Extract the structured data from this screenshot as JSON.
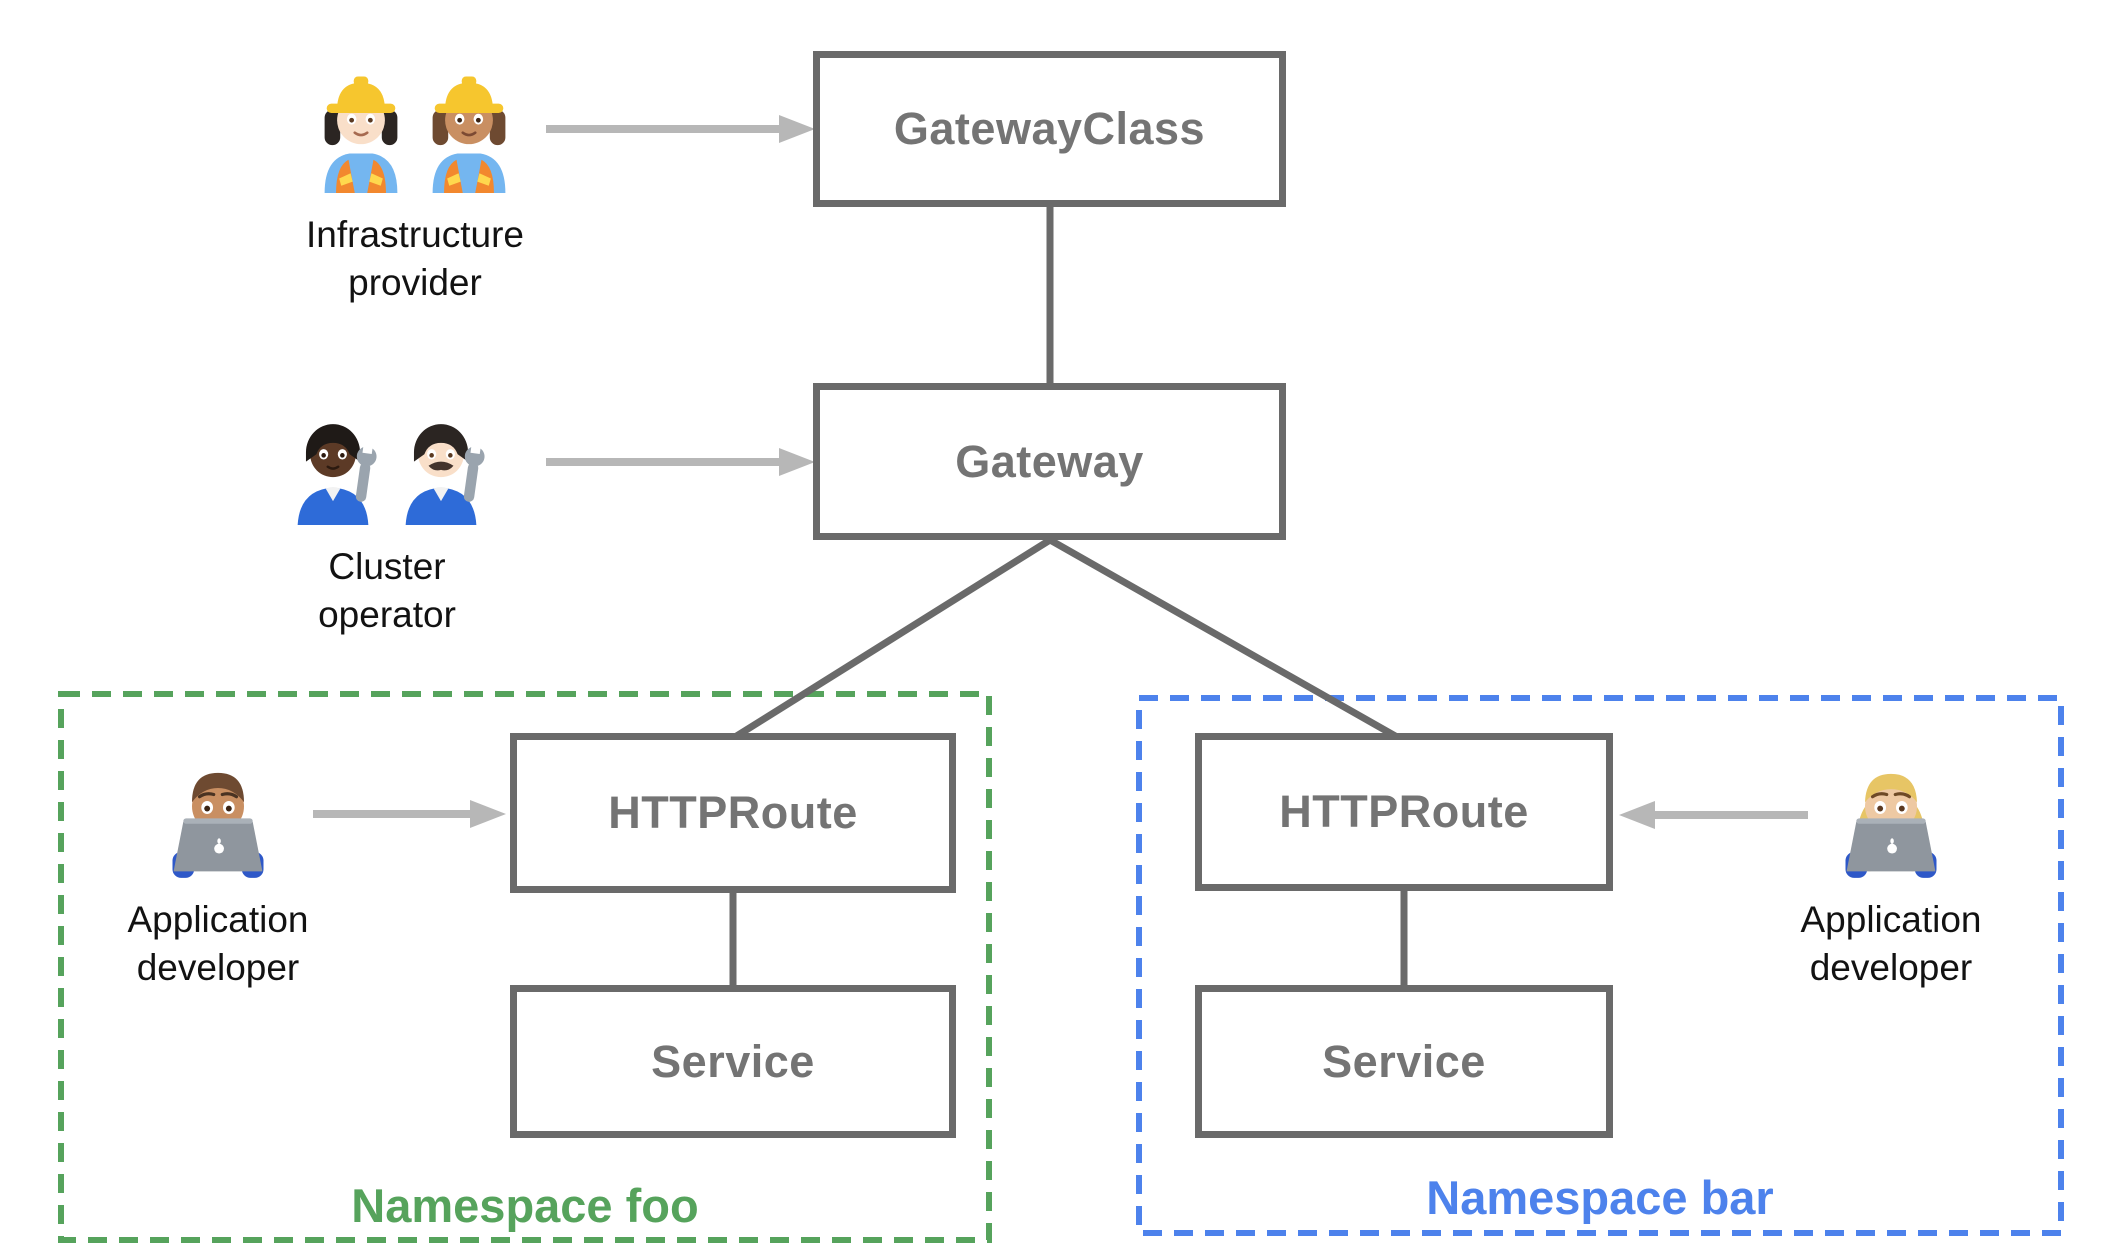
{
  "nodes": [
    {
      "id": "gatewayclass",
      "label": "GatewayClass"
    },
    {
      "id": "gateway",
      "label": "Gateway"
    },
    {
      "id": "httproute-foo",
      "label": "HTTPRoute"
    },
    {
      "id": "service-foo",
      "label": "Service"
    },
    {
      "id": "httproute-bar",
      "label": "HTTPRoute"
    },
    {
      "id": "service-bar",
      "label": "Service"
    }
  ],
  "namespaces": [
    {
      "id": "foo",
      "label": "Namespace foo",
      "color": "#56a35c"
    },
    {
      "id": "bar",
      "label": "Namespace bar",
      "color": "#4d82ec"
    }
  ],
  "personas": [
    {
      "id": "infrastructure-provider",
      "label_lines": [
        "Infrastructure",
        "provider"
      ],
      "icons": [
        {
          "name": "construction-worker-icon",
          "emoji": "👷🏻‍♀️",
          "skin": "#f9dfc9",
          "hair": "#2b2522"
        },
        {
          "name": "construction-worker-icon",
          "emoji": "👷🏽‍♀️",
          "skin": "#c98f62",
          "hair": "#6e4a31"
        }
      ]
    },
    {
      "id": "cluster-operator",
      "label_lines": [
        "Cluster",
        "operator"
      ],
      "icons": [
        {
          "name": "mechanic-icon",
          "emoji": "🧑🏿‍🔧",
          "skin": "#5c3a26",
          "hair": "#1f1a17"
        },
        {
          "name": "mechanic-icon",
          "emoji": "👨🏻‍🔧",
          "skin": "#f9dfc9",
          "hair": "#2b2522",
          "mustache": true
        }
      ]
    },
    {
      "id": "application-developer-foo",
      "label_lines": [
        "Application",
        "developer"
      ],
      "icons": [
        {
          "name": "technologist-icon",
          "emoji": "👨🏽‍💻",
          "skin": "#c98f62",
          "hair": "#6e4a31"
        }
      ]
    },
    {
      "id": "application-developer-bar",
      "label_lines": [
        "Application",
        "developer"
      ],
      "icons": [
        {
          "name": "technologist-icon",
          "emoji": "👩🏼‍💻",
          "skin": "#eec9a3",
          "hair": "#e7c565",
          "long_hair": true
        }
      ]
    }
  ],
  "colors": {
    "background": "#ffffff",
    "box_border": "#6a6a6a",
    "box_text": "#747474",
    "connector": "#6a6a6a",
    "arrow": "#b7b7b7",
    "persona_label": "#121212",
    "namespace_foo": "#56a35c",
    "namespace_bar": "#4d82ec",
    "helmet": "#f6c62e",
    "vest": "#f2882e",
    "vest_stripe": "#ffd84d",
    "shirt": "#74b6f0",
    "coverall": "#2e6bd8",
    "wrench": "#9aa4ae",
    "laptop": "#8f969e",
    "laptop_lid": "#aab1b8",
    "shoulder": "#2e58c8"
  }
}
